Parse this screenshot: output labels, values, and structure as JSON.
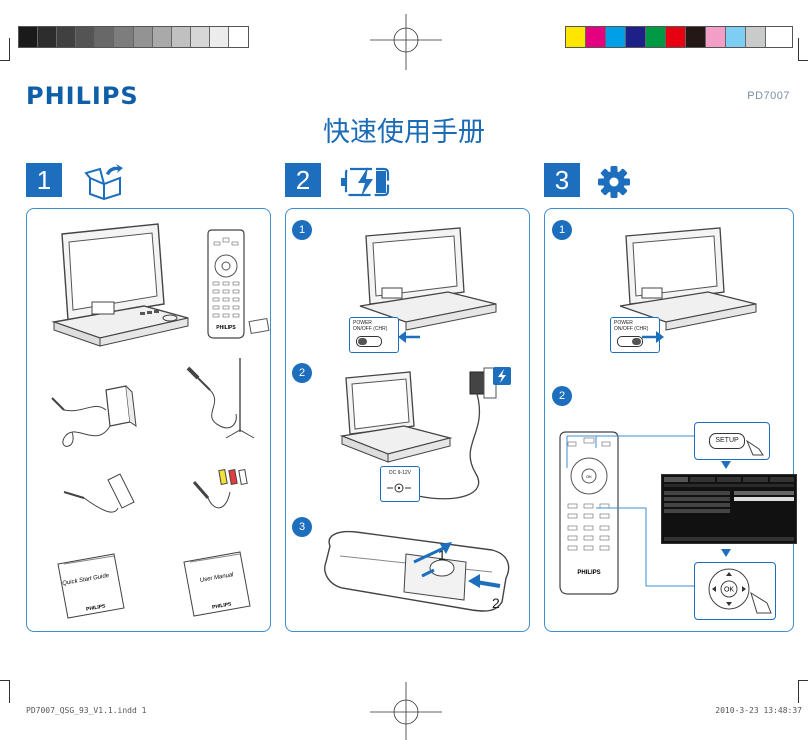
{
  "brand": "PHILIPS",
  "model": "PD7007",
  "title": "快速使用手册",
  "steps": [
    "1",
    "2",
    "3"
  ],
  "substeps": [
    "1",
    "2",
    "3"
  ],
  "power_switch": {
    "line1": "POWER",
    "line2": "ON/OFF (CHR)"
  },
  "dc_label": "DC 9-12V",
  "remote_brand": "PHILIPS",
  "quick_start_guide": "Quick Start Guide",
  "user_manual": "User Manual",
  "battery_arrows": [
    "1",
    "2"
  ],
  "setup_button": "SETUP",
  "ok_button": "OK",
  "colors": {
    "accent": "#1d6fbd",
    "brand": "#0e5fa8",
    "grayscale_bar": [
      "#1a1a1a",
      "#2d2d2d",
      "#404040",
      "#545454",
      "#686868",
      "#7d7d7d",
      "#939393",
      "#a9a9a9",
      "#c0c0c0",
      "#d6d6d6",
      "#ececec",
      "#ffffff"
    ],
    "color_bar": [
      "#ffe600",
      "#e4007f",
      "#00a0e9",
      "#1d2088",
      "#009944",
      "#e60012",
      "#231815",
      "#f29ec6",
      "#7ecef4",
      "#c9caca",
      "#ffffff"
    ]
  },
  "footer": {
    "left": "PD7007_QSG_93_V1.1.indd   1",
    "right": "2010-3-23   13:48:37"
  }
}
